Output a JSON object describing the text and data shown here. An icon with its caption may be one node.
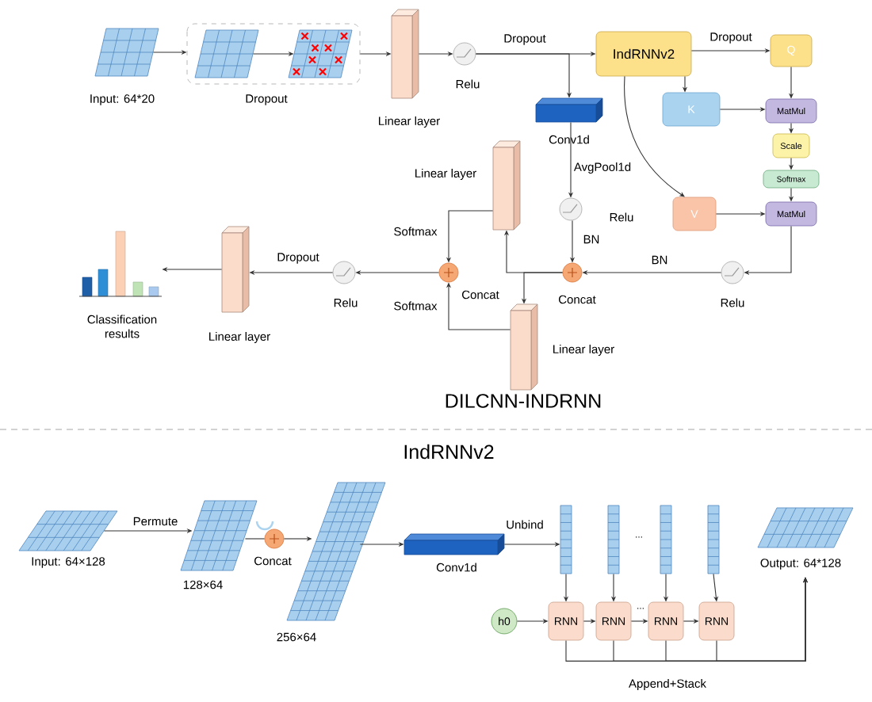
{
  "diagram": {
    "nodes": [
      {
        "text": [
          "Input: 64*20"
        ]
      },
      {
        "text": [
          "Dropout"
        ]
      },
      {
        "text": [],
        "shape": "grid",
        "in": 1
      },
      {
        "text": [],
        "shape": "grid",
        "in": 1
      },
      {
        "text": [
          "Linear layer"
        ]
      },
      {
        "text": [
          "Relu"
        ]
      },
      {
        "text": [
          "IndRNNv2"
        ]
      },
      {
        "text": [
          "Q"
        ]
      },
      {
        "text": [
          "Conv1d"
        ]
      },
      {
        "text": [
          "K"
        ]
      },
      {
        "text": [
          "MatMul"
        ]
      },
      {
        "text": [
          "Scale"
        ]
      },
      {
        "text": [
          "Softmax"
        ]
      },
      {
        "text": [
          "V"
        ]
      },
      {
        "text": [
          "MatMul"
        ]
      },
      {
        "text": [
          "Relu"
        ]
      },
      {
        "text": [
          "Concat"
        ]
      },
      {
        "text": [
          "Relu"
        ]
      },
      {
        "text": [
          "Linear layer"
        ]
      },
      {
        "text": [
          "Linear layer"
        ]
      },
      {
        "text": [
          "Concat"
        ]
      },
      {
        "text": [
          "Relu"
        ]
      },
      {
        "text": [
          "Linear layer"
        ]
      },
      {
        "text": [
          "Classification results"
        ]
      },
      {
        "text": [
          "Input: 64×128"
        ]
      },
      {
        "text": [
          "128×64"
        ]
      },
      {
        "text": [
          "Concat"
        ]
      },
      {
        "text": [
          "256×64"
        ]
      },
      {
        "text": [
          "Conv1d"
        ]
      },
      {
        "text": [],
        "shape": "bar"
      },
      {
        "text": [],
        "shape": "bar"
      },
      {
        "text": [],
        "shape": "bar"
      },
      {
        "text": [],
        "shape": "bar"
      },
      {
        "text": [
          "h0"
        ]
      },
      {
        "text": [
          "RNN"
        ]
      },
      {
        "text": [
          "RNN"
        ]
      },
      {
        "text": [
          "RNN"
        ]
      },
      {
        "text": [
          "RNN"
        ]
      },
      {
        "text": [
          "Output: 64*128"
        ]
      }
    ],
    "edges": [
      {
        "from": 0,
        "to": 1,
        "arrow": "to"
      },
      {
        "from": 2,
        "to": 3,
        "arrow": "to"
      },
      {
        "from": 1,
        "to": 4,
        "arrow": "to"
      },
      {
        "from": 4,
        "to": 5,
        "arrow": "to"
      },
      {
        "from": 5,
        "to": 6,
        "arrow": "to",
        "label": "Dropout"
      },
      {
        "from": 5,
        "to": 8,
        "arrow": "to"
      },
      {
        "from": 6,
        "to": 7,
        "arrow": "to",
        "label": "Dropout"
      },
      {
        "from": 6,
        "to": 9,
        "arrow": "to"
      },
      {
        "from": 6,
        "to": 13,
        "arrow": "to"
      },
      {
        "from": 7,
        "to": 10,
        "arrow": "to"
      },
      {
        "from": 9,
        "to": 10,
        "arrow": "to"
      },
      {
        "from": 10,
        "to": 11,
        "arrow": "to"
      },
      {
        "from": 11,
        "to": 12,
        "arrow": "to"
      },
      {
        "from": 12,
        "to": 14,
        "arrow": "to"
      },
      {
        "from": 13,
        "to": 14,
        "arrow": "to"
      },
      {
        "from": 14,
        "to": 17,
        "arrow": "to"
      },
      {
        "from": 17,
        "to": 16,
        "arrow": "to",
        "label": "BN"
      },
      {
        "from": 8,
        "to": 15,
        "arrow": "to",
        "label": "AvgPool1d"
      },
      {
        "from": 15,
        "to": 16,
        "arrow": "to",
        "label": "BN"
      },
      {
        "from": 16,
        "to": 18,
        "arrow": "to"
      },
      {
        "from": 16,
        "to": 19,
        "arrow": "to"
      },
      {
        "from": 18,
        "to": 20,
        "arrow": "to",
        "label": "Softmax"
      },
      {
        "from": 19,
        "to": 20,
        "arrow": "to",
        "label": "Softmax"
      },
      {
        "from": 20,
        "to": 21,
        "arrow": "to"
      },
      {
        "from": 21,
        "to": 22,
        "arrow": "to",
        "label": "Dropout"
      },
      {
        "from": 22,
        "to": 23,
        "arrow": "to"
      },
      {
        "from": 24,
        "to": 25,
        "arrow": "to",
        "label": "Permute"
      },
      {
        "from": 25,
        "to": 26,
        "arrow": "none"
      },
      {
        "from": 26,
        "to": 27,
        "arrow": "to"
      },
      {
        "from": 27,
        "to": 28,
        "arrow": "to"
      },
      {
        "from": 28,
        "to": 29,
        "arrow": "to",
        "label": "Unbind"
      },
      {
        "from": 29,
        "to": 34,
        "arrow": "to"
      },
      {
        "from": 30,
        "to": 35,
        "arrow": "to"
      },
      {
        "from": 31,
        "to": 36,
        "arrow": "to"
      },
      {
        "from": 32,
        "to": 37,
        "arrow": "to"
      },
      {
        "from": 33,
        "to": 34,
        "arrow": "to"
      },
      {
        "from": 34,
        "to": 35,
        "arrow": "to"
      },
      {
        "from": 35,
        "to": 36,
        "arrow": "to"
      },
      {
        "from": 36,
        "to": 37,
        "arrow": "to"
      },
      {
        "from": 34,
        "to": 38,
        "arrow": "to"
      },
      {
        "from": 35,
        "to": 38,
        "arrow": "to"
      },
      {
        "from": 36,
        "to": 38,
        "arrow": "to"
      },
      {
        "from": 37,
        "to": 38,
        "arrow": "to",
        "label": "Append+Stack"
      }
    ],
    "labels": [
      "DILCNN-INDRNN",
      "IndRNNv2",
      "...",
      "..."
    ]
  }
}
